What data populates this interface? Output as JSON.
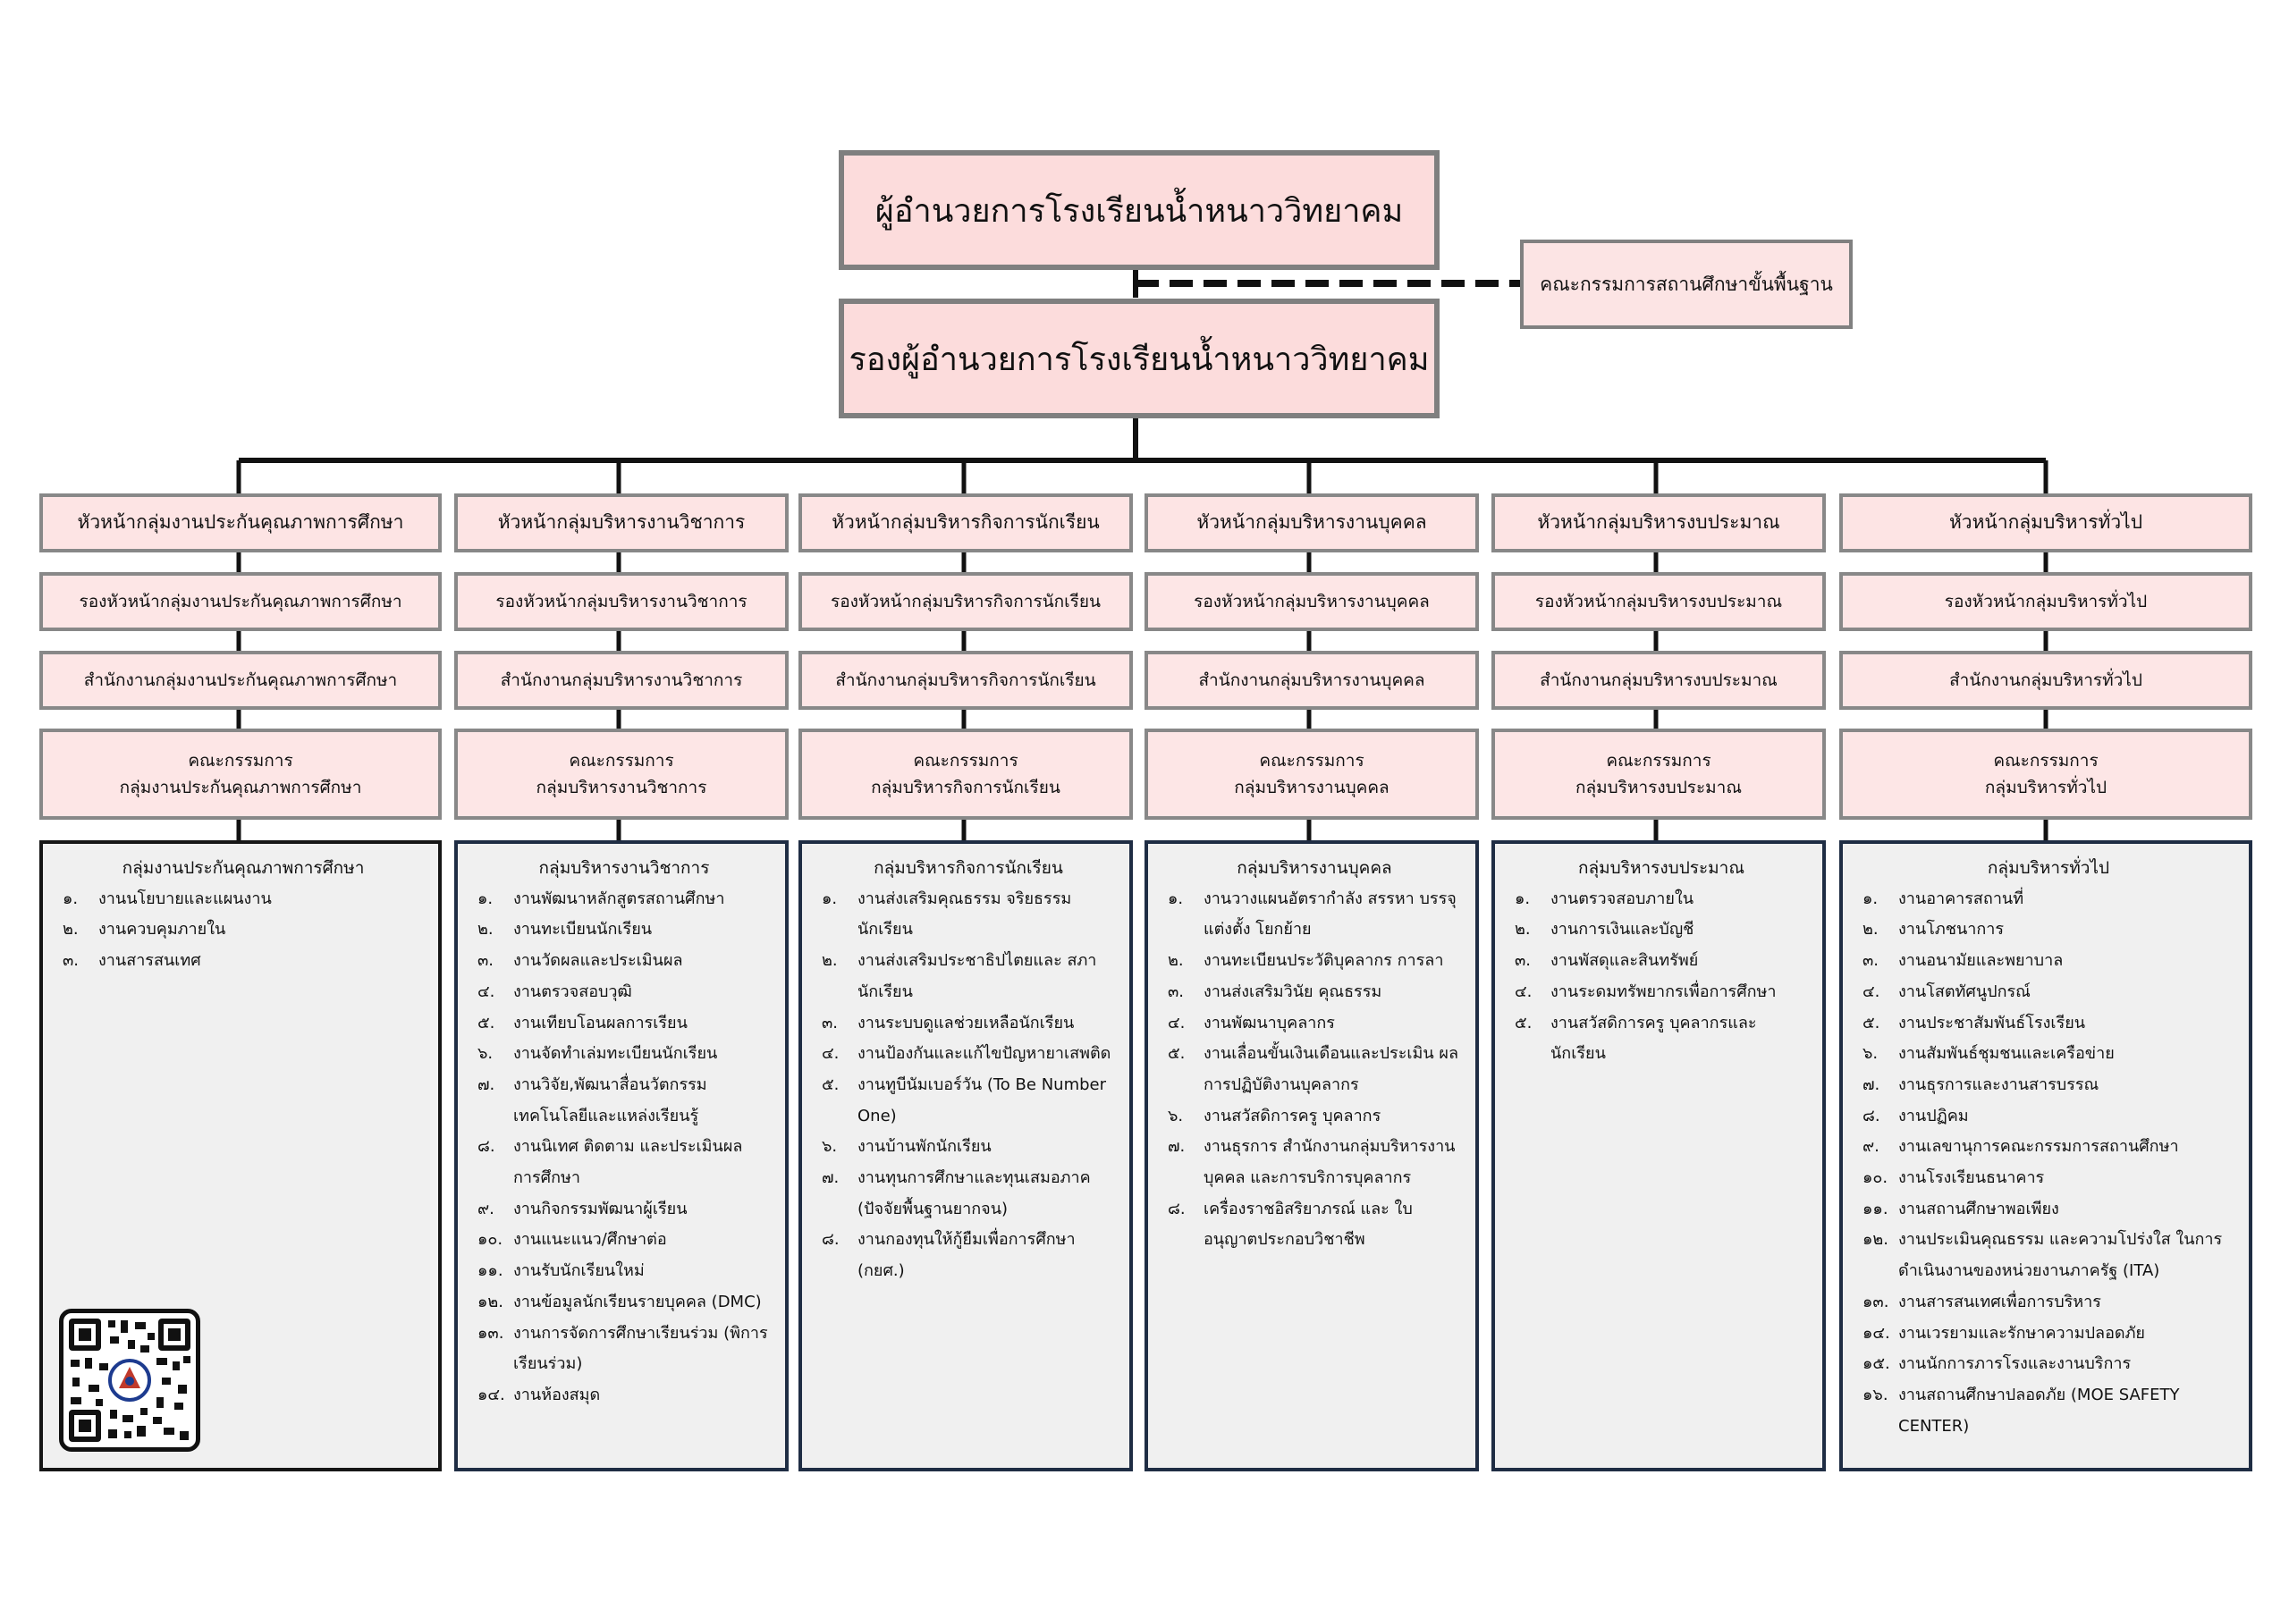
{
  "director": "ผู้อำนวยการโรงเรียนน้ำหนาววิทยาคม",
  "deputy_director": "รองผู้อำนวยการโรงเรียนน้ำหนาววิทยาคม",
  "school_board": "คณะกรรมการสถานศึกษาขั้นพื้นฐาน",
  "groups": [
    {
      "head": "หัวหน้ากลุ่มงานประกันคุณภาพการศึกษา",
      "deputy": "รองหัวหน้ากลุ่มงานประกันคุณภาพการศึกษา",
      "office": "สำนักงานกลุ่มงานประกันคุณภาพการศึกษา",
      "committee_line1": "คณะกรรมการ",
      "committee_line2": "กลุ่มงานประกันคุณภาพการศึกษา",
      "list_title": "กลุ่มงานประกันคุณภาพการศึกษา",
      "items": [
        {
          "num": "๑.",
          "text": "งานนโยบายและแผนงาน"
        },
        {
          "num": "๒.",
          "text": "งานควบคุมภายใน"
        },
        {
          "num": "๓.",
          "text": "งานสารสนเทศ"
        }
      ]
    },
    {
      "head": "หัวหน้ากลุ่มบริหารงานวิชาการ",
      "deputy": "รองหัวหน้ากลุ่มบริหารงานวิชาการ",
      "office": "สำนักงานกลุ่มบริหารงานวิชาการ",
      "committee_line1": "คณะกรรมการ",
      "committee_line2": "กลุ่มบริหารงานวิชาการ",
      "list_title": "กลุ่มบริหารงานวิชาการ",
      "items": [
        {
          "num": "๑.",
          "text": "งานพัฒนาหลักสูตรสถานศึกษา"
        },
        {
          "num": "๒.",
          "text": "งานทะเบียนนักเรียน"
        },
        {
          "num": "๓.",
          "text": "งานวัดผลและประเมินผล"
        },
        {
          "num": "๔.",
          "text": "งานตรวจสอบวุฒิ"
        },
        {
          "num": "๕.",
          "text": "งานเทียบโอนผลการเรียน"
        },
        {
          "num": "๖.",
          "text": "งานจัดทำเล่มทะเบียนนักเรียน"
        },
        {
          "num": "๗.",
          "text": "งานวิจัย,พัฒนาสื่อนวัตกรรม เทคโนโลยีและแหล่งเรียนรู้"
        },
        {
          "num": "๘.",
          "text": "งานนิเทศ ติดตาม และประเมินผล การศึกษา"
        },
        {
          "num": "๙.",
          "text": "งานกิจกรรมพัฒนาผู้เรียน"
        },
        {
          "num": "๑๐.",
          "text": "งานแนะแนว/ศึกษาต่อ"
        },
        {
          "num": "๑๑.",
          "text": "งานรับนักเรียนใหม่"
        },
        {
          "num": "๑๒.",
          "text": "งานข้อมูลนักเรียนรายบุคคล (DMC)"
        },
        {
          "num": "๑๓.",
          "text": "งานการจัดการศึกษาเรียนร่วม (พิการเรียนร่วม)"
        },
        {
          "num": "๑๔.",
          "text": "งานห้องสมุด"
        }
      ]
    },
    {
      "head": "หัวหน้ากลุ่มบริหารกิจการนักเรียน",
      "deputy": "รองหัวหน้ากลุ่มบริหารกิจการนักเรียน",
      "office": "สำนักงานกลุ่มบริหารกิจการนักเรียน",
      "committee_line1": "คณะกรรมการ",
      "committee_line2": "กลุ่มบริหารกิจการนักเรียน",
      "list_title": "กลุ่มบริหารกิจการนักเรียน",
      "items": [
        {
          "num": "๑.",
          "text": "งานส่งเสริมคุณธรรม จริยธรรม นักเรียน"
        },
        {
          "num": "๒.",
          "text": "งานส่งเสริมประชาธิปไตยและ สภานักเรียน"
        },
        {
          "num": "๓.",
          "text": "งานระบบดูแลช่วยเหลือนักเรียน"
        },
        {
          "num": "๔.",
          "text": "งานป้องกันและแก้ไขปัญหายาเสพติด"
        },
        {
          "num": "๕.",
          "text": "งานทูบีนัมเบอร์วัน (To Be Number One)"
        },
        {
          "num": "๖.",
          "text": "งานบ้านพักนักเรียน"
        },
        {
          "num": "๗.",
          "text": "งานทุนการศึกษาและทุนเสมอภาค (ปัจจัยพื้นฐานยากจน)"
        },
        {
          "num": "๘.",
          "text": "งานกองทุนให้กู้ยืมเพื่อการศึกษา (กยศ.)"
        }
      ]
    },
    {
      "head": "หัวหน้ากลุ่มบริหารงานบุคคล",
      "deputy": "รองหัวหน้ากลุ่มบริหารงานบุคคล",
      "office": "สำนักงานกลุ่มบริหารงานบุคคล",
      "committee_line1": "คณะกรรมการ",
      "committee_line2": "กลุ่มบริหารงานบุคคล",
      "list_title": "กลุ่มบริหารงานบุคคล",
      "items": [
        {
          "num": "๑.",
          "text": "งานวางแผนอัตรากำลัง สรรหา บรรจุ แต่งตั้ง โยกย้าย"
        },
        {
          "num": "๒.",
          "text": "งานทะเบียนประวัติบุคลากร การลา"
        },
        {
          "num": "๓.",
          "text": "งานส่งเสริมวินัย คุณธรรม"
        },
        {
          "num": "๔.",
          "text": "งานพัฒนาบุคลากร"
        },
        {
          "num": "๕.",
          "text": "งานเลื่อนขั้นเงินเดือนและประเมิน ผลการปฏิบัติงานบุคลากร"
        },
        {
          "num": "๖.",
          "text": "งานสวัสดิการครู บุคลากร"
        },
        {
          "num": "๗.",
          "text": "งานธุรการ สำนักงานกลุ่มบริหารงาน บุคคล และการบริการบุคลากร"
        },
        {
          "num": "๘.",
          "text": "เครื่องราชอิสริยาภรณ์ และ ใบอนุญาตประกอบวิชาชีพ"
        }
      ]
    },
    {
      "head": "หัวหน้ากลุ่มบริหารงบประมาณ",
      "deputy": "รองหัวหน้ากลุ่มบริหารงบประมาณ",
      "office": "สำนักงานกลุ่มบริหารงบประมาณ",
      "committee_line1": "คณะกรรมการ",
      "committee_line2": "กลุ่มบริหารงบประมาณ",
      "list_title": "กลุ่มบริหารงบประมาณ",
      "items": [
        {
          "num": "๑.",
          "text": "งานตรวจสอบภายใน"
        },
        {
          "num": "๒.",
          "text": "งานการเงินและบัญชี"
        },
        {
          "num": "๓.",
          "text": "งานพัสดุและสินทรัพย์"
        },
        {
          "num": "๔.",
          "text": "งานระดมทรัพยากรเพื่อการศึกษา"
        },
        {
          "num": "๕.",
          "text": "งานสวัสดิการครู บุคลากรและ นักเรียน"
        }
      ]
    },
    {
      "head": "หัวหน้ากลุ่มบริหารทั่วไป",
      "deputy": "รองหัวหน้ากลุ่มบริหารทั่วไป",
      "office": "สำนักงานกลุ่มบริหารทั่วไป",
      "committee_line1": "คณะกรรมการ",
      "committee_line2": "กลุ่มบริหารทั่วไป",
      "list_title": "กลุ่มบริหารทั่วไป",
      "items": [
        {
          "num": "๑.",
          "text": "งานอาคารสถานที่"
        },
        {
          "num": "๒.",
          "text": "งานโภชนาการ"
        },
        {
          "num": "๓.",
          "text": "งานอนามัยและพยาบาล"
        },
        {
          "num": "๔.",
          "text": "งานโสตทัศนูปกรณ์"
        },
        {
          "num": "๕.",
          "text": "งานประชาสัมพันธ์โรงเรียน"
        },
        {
          "num": "๖.",
          "text": "งานสัมพันธ์ชุมชนและเครือข่าย"
        },
        {
          "num": "๗.",
          "text": "งานธุรการและงานสารบรรณ"
        },
        {
          "num": "๘.",
          "text": "งานปฏิคม"
        },
        {
          "num": "๙.",
          "text": "งานเลขานุการคณะกรรมการสถานศึกษา"
        },
        {
          "num": "๑๐.",
          "text": "งานโรงเรียนธนาคาร"
        },
        {
          "num": "๑๑.",
          "text": "งานสถานศึกษาพอเพียง"
        },
        {
          "num": "๑๒.",
          "text": "งานประเมินคุณธรรม และความโปร่งใส ในการดำเนินงานของหน่วยงานภาครัฐ (ITA)"
        },
        {
          "num": "๑๓.",
          "text": "งานสารสนเทศเพื่อการบริหาร"
        },
        {
          "num": "๑๔.",
          "text": "งานเวรยามและรักษาความปลอดภัย"
        },
        {
          "num": "๑๕.",
          "text": "งานนักการภารโรงและงานบริการ"
        },
        {
          "num": "๑๖.",
          "text": "งานสถานศึกษาปลอดภัย (MOE SAFETY CENTER)"
        }
      ]
    }
  ]
}
